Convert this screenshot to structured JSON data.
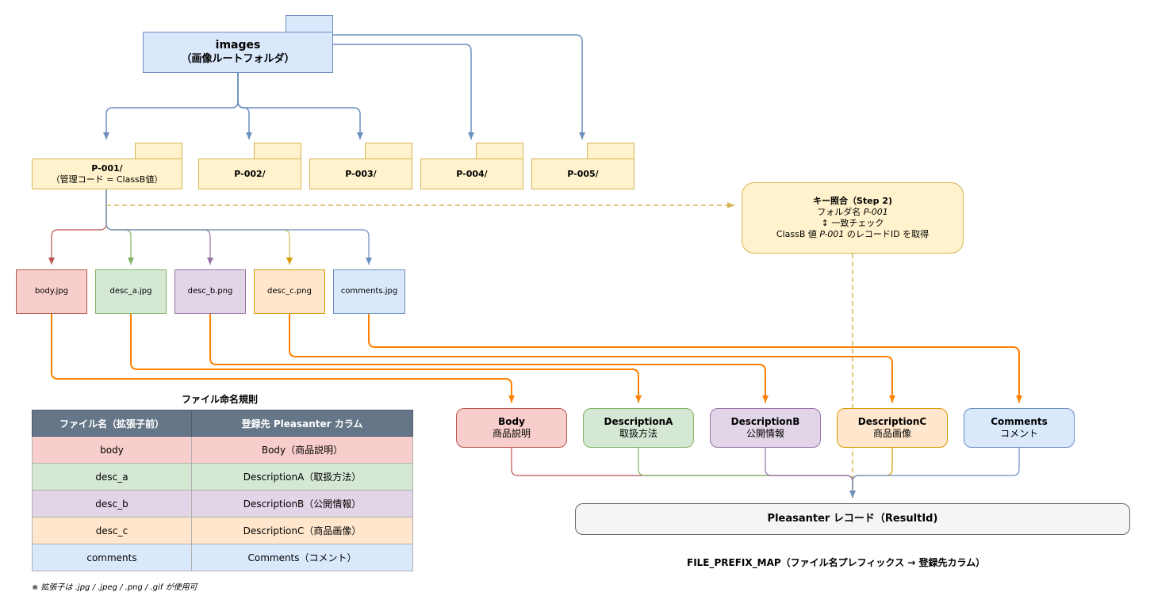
{
  "colors": {
    "blue_stroke": "#6c8ebf",
    "yellow_stroke": "#d6b656",
    "orange_link": "#ff8000",
    "red_stroke": "#b85450",
    "green_stroke": "#82b366",
    "purple_stroke": "#9673a6",
    "table_header": "#647687"
  },
  "root_folder": {
    "icon": "folder-icon",
    "name": "images",
    "sub": "（画像ルートフォルダ）"
  },
  "folders": [
    {
      "icon": "folder-icon",
      "name": "P-001/",
      "sub": "（管理コード = ClassB値）"
    },
    {
      "icon": "folder-icon",
      "name": "P-002/",
      "sub": ""
    },
    {
      "icon": "folder-icon",
      "name": "P-003/",
      "sub": ""
    },
    {
      "icon": "folder-icon",
      "name": "P-004/",
      "sub": ""
    },
    {
      "icon": "folder-icon",
      "name": "P-005/",
      "sub": ""
    }
  ],
  "files": [
    "body.jpg",
    "desc_a.jpg",
    "desc_b.png",
    "desc_c.png",
    "comments.jpg"
  ],
  "key_match": {
    "title": "キー照合（Step 2)",
    "line1_prefix": "フォルダ名 ",
    "line1_code": "P-001",
    "line2": "↕ 一致チェック",
    "line3_prefix": "ClassB 値 ",
    "line3_code": "P-001",
    "line3_suffix": " のレコードID を取得"
  },
  "columns": [
    {
      "name": "Body",
      "desc": "商品説明"
    },
    {
      "name": "DescriptionA",
      "desc": "取扱方法"
    },
    {
      "name": "DescriptionB",
      "desc": "公開情報"
    },
    {
      "name": "DescriptionC",
      "desc": "商品画像"
    },
    {
      "name": "Comments",
      "desc": "コメント"
    }
  ],
  "record": "Pleasanter レコード（ResultId)",
  "prefix_map_caption": "FILE_PREFIX_MAP（ファイル名プレフィックス → 登録先カラム）",
  "naming_table": {
    "title": "ファイル命名規則",
    "headers": [
      "ファイル名（拡張子前）",
      "登録先 Pleasanter カラム"
    ],
    "rows": [
      [
        "body",
        "Body（商品説明）"
      ],
      [
        "desc_a",
        "DescriptionA（取扱方法）"
      ],
      [
        "desc_b",
        "DescriptionB（公開情報）"
      ],
      [
        "desc_c",
        "DescriptionC（商品画像）"
      ],
      [
        "comments",
        "Comments（コメント）"
      ]
    ],
    "note": "※ 拡張子は .jpg / .jpeg / .png / .gif が使用可"
  }
}
